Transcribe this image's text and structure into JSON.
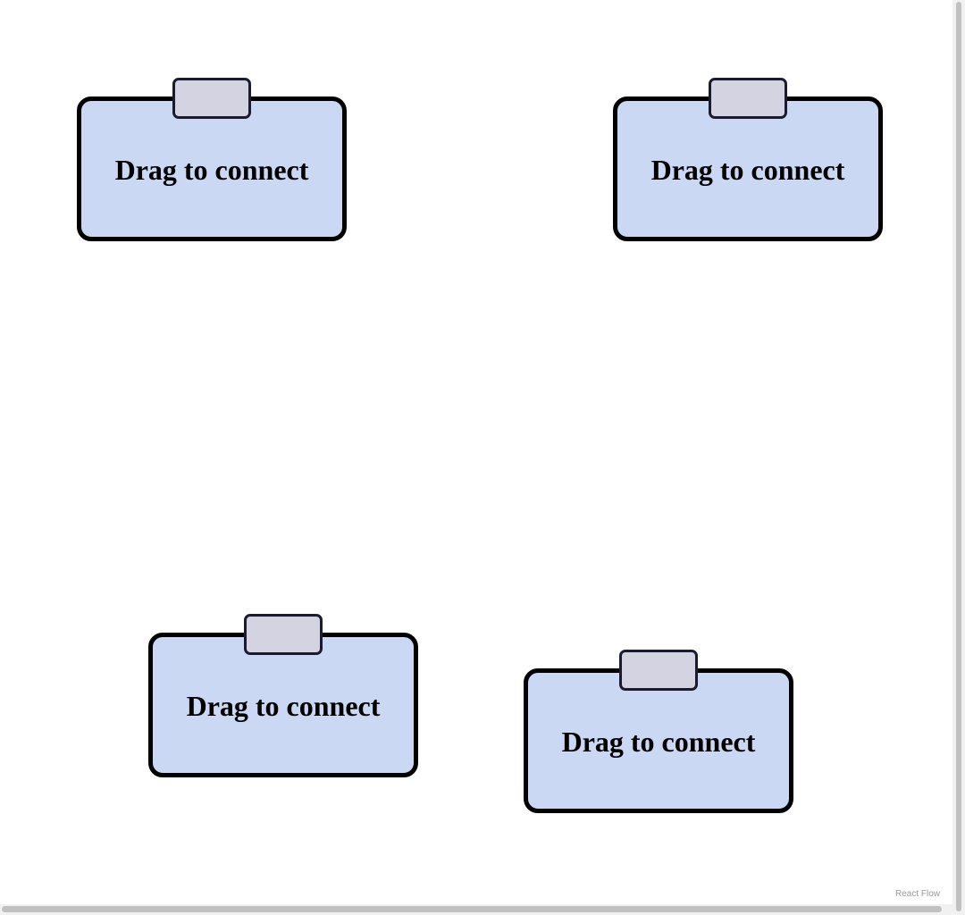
{
  "nodes": [
    {
      "label": "Drag to connect"
    },
    {
      "label": "Drag to connect"
    },
    {
      "label": "Drag to connect"
    },
    {
      "label": "Drag to connect"
    }
  ],
  "attribution": "React Flow",
  "colors": {
    "node_fill": "#cad8f4",
    "node_border": "#000000",
    "handle_fill": "#d3d3e2",
    "handle_border": "#1b1a2e"
  }
}
